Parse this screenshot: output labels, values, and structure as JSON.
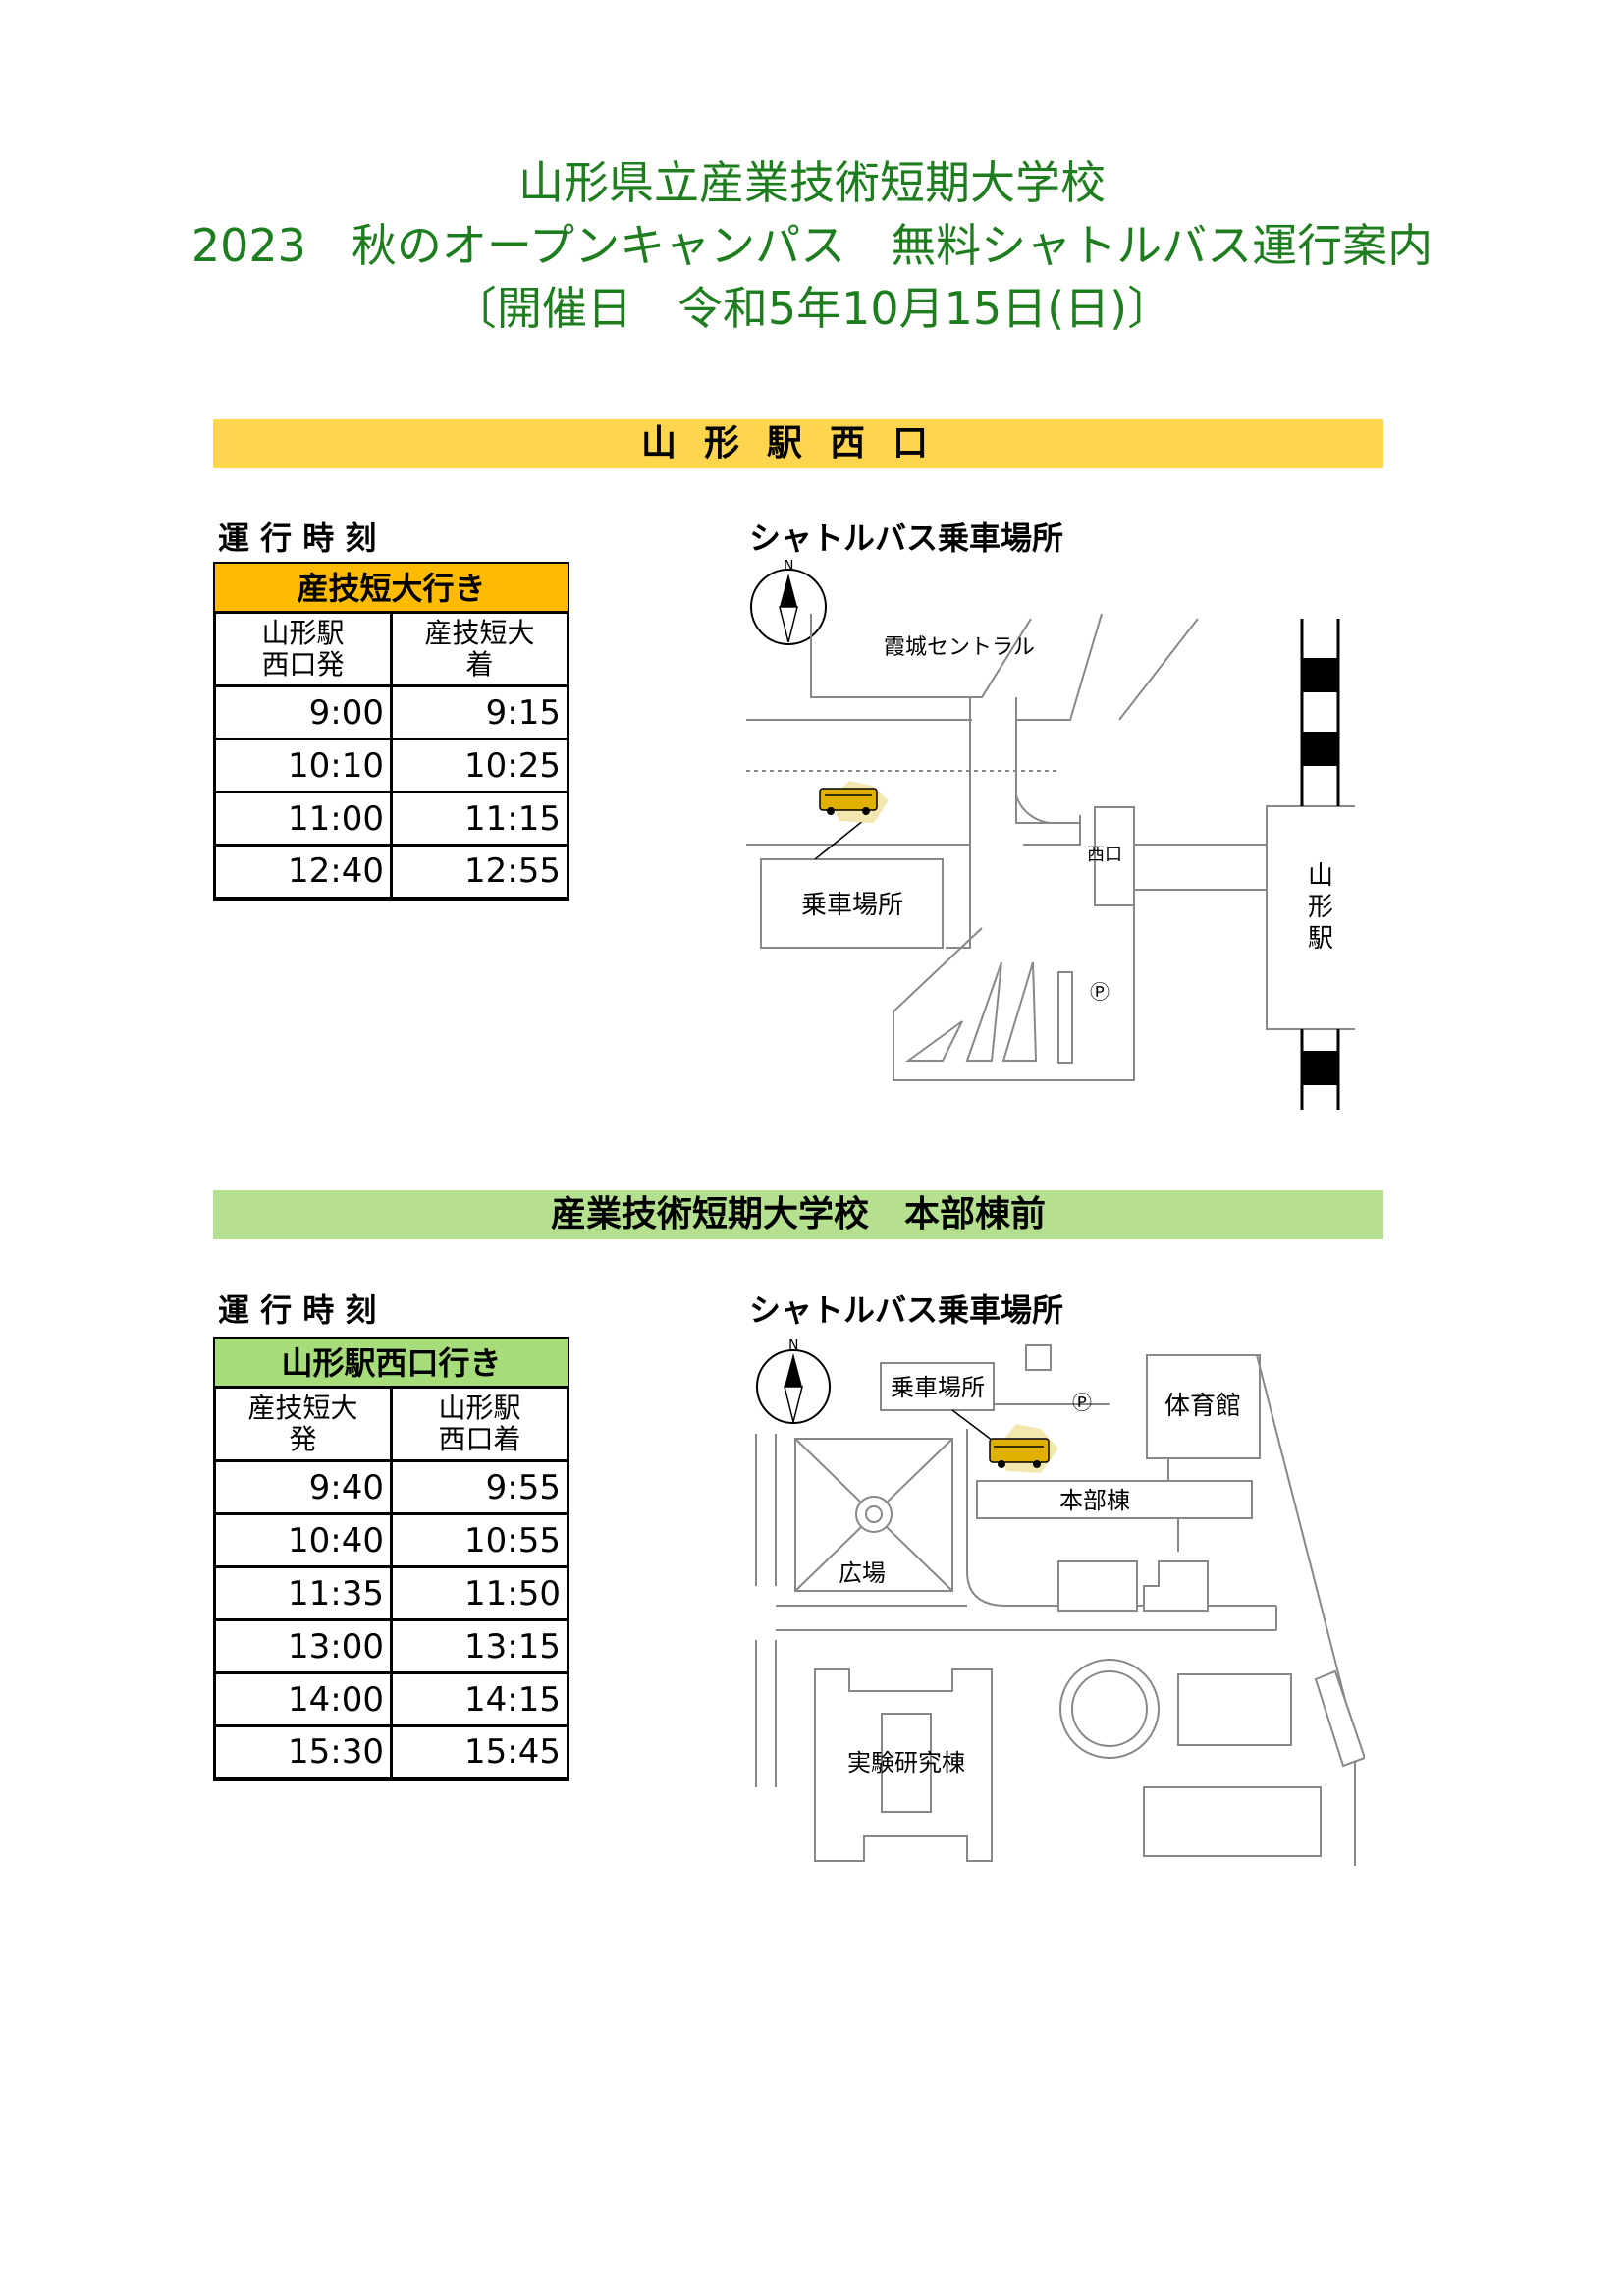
{
  "header": {
    "line1": "山形県立産業技術短期大学校",
    "line2": "2023　秋のオープンキャンパス　無料シャトルバス運行案内",
    "line3": "〔開催日　令和5年10月15日(日)〕"
  },
  "colors": {
    "title": "#1e7d1e",
    "bar_station": "#ffd54f",
    "bar_campus": "#b5e08f",
    "dest_station": "#ffbb00",
    "dest_campus": "#a6dc7a"
  },
  "section_station": {
    "bar_title": "山形駅西口",
    "schedule_label": "運 行 時 刻",
    "map_label": "シャトルバス乗車場所",
    "destination": "産技短大行き",
    "col1": "山形駅\n西口発",
    "col2": "産技短大\n着",
    "rows": [
      [
        "9:00",
        "9:15"
      ],
      [
        "10:10",
        "10:25"
      ],
      [
        "11:00",
        "11:15"
      ],
      [
        "12:40",
        "12:55"
      ]
    ],
    "map": {
      "north": "N",
      "building": "霞城セントラル",
      "boarding": "乗車場所",
      "exit": "西口",
      "station": "山\n形\n駅",
      "parking": "Ⓟ"
    }
  },
  "section_campus": {
    "bar_title": "産業技術短期大学校　本部棟前",
    "schedule_label": "運 行 時 刻",
    "map_label": "シャトルバス乗車場所",
    "destination": "山形駅西口行き",
    "col1": "産技短大\n発",
    "col2": "山形駅\n西口着",
    "rows": [
      [
        "9:40",
        "9:55"
      ],
      [
        "10:40",
        "10:55"
      ],
      [
        "11:35",
        "11:50"
      ],
      [
        "13:00",
        "13:15"
      ],
      [
        "14:00",
        "14:15"
      ],
      [
        "15:30",
        "15:45"
      ]
    ],
    "map": {
      "north": "N",
      "boarding": "乗車場所",
      "parking": "Ⓟ",
      "gym": "体育館",
      "hq": "本部棟",
      "plaza": "広場",
      "lab": "実験研究棟"
    }
  }
}
